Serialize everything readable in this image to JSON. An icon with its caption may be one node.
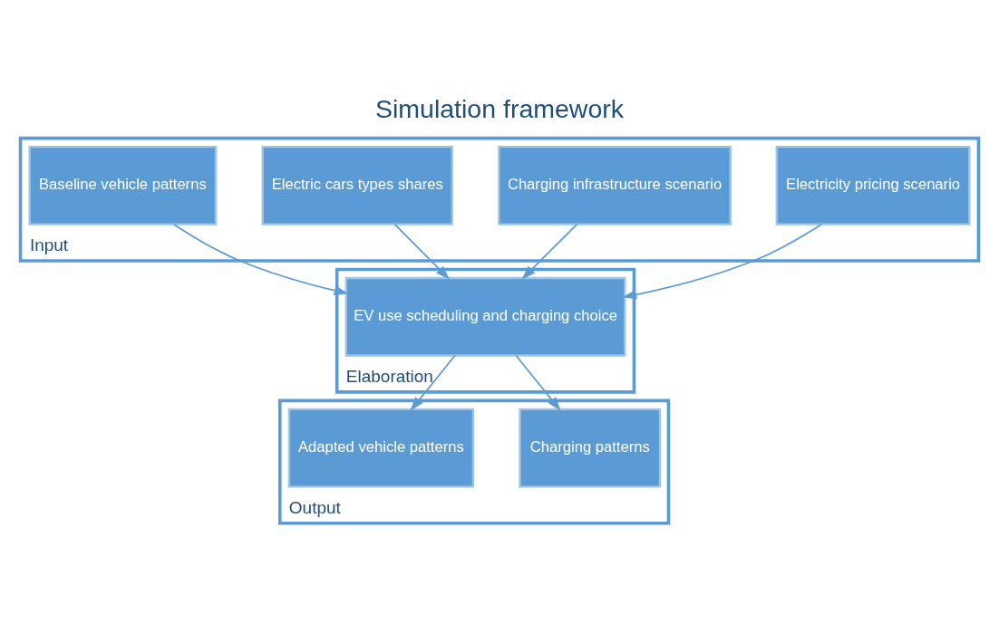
{
  "diagram": {
    "title": "Simulation framework",
    "nodes": [
      {
        "text": [
          "Input"
        ]
      },
      {
        "text": [
          "Baseline vehicle patterns"
        ],
        "in": 0
      },
      {
        "text": [
          "Electric cars types shares"
        ],
        "in": 0
      },
      {
        "text": [
          "Charging infrastructure scenario"
        ],
        "in": 0
      },
      {
        "text": [
          "Electricity pricing scenario"
        ],
        "in": 0
      },
      {
        "text": [
          "Elaboration"
        ]
      },
      {
        "text": [
          "EV use scheduling and charging choice"
        ],
        "in": 5
      },
      {
        "text": [
          "Output"
        ]
      },
      {
        "text": [
          "Adapted vehicle patterns"
        ],
        "in": 7
      },
      {
        "text": [
          "Charging patterns"
        ],
        "in": 7
      }
    ],
    "edges": [
      {
        "from": 1,
        "to": 6,
        "arrow": "to"
      },
      {
        "from": 2,
        "to": 6,
        "arrow": "to"
      },
      {
        "from": 3,
        "to": 6,
        "arrow": "to"
      },
      {
        "from": 4,
        "to": 6,
        "arrow": "to"
      },
      {
        "from": 6,
        "to": 8,
        "arrow": "to"
      },
      {
        "from": 6,
        "to": 9,
        "arrow": "to"
      }
    ]
  }
}
